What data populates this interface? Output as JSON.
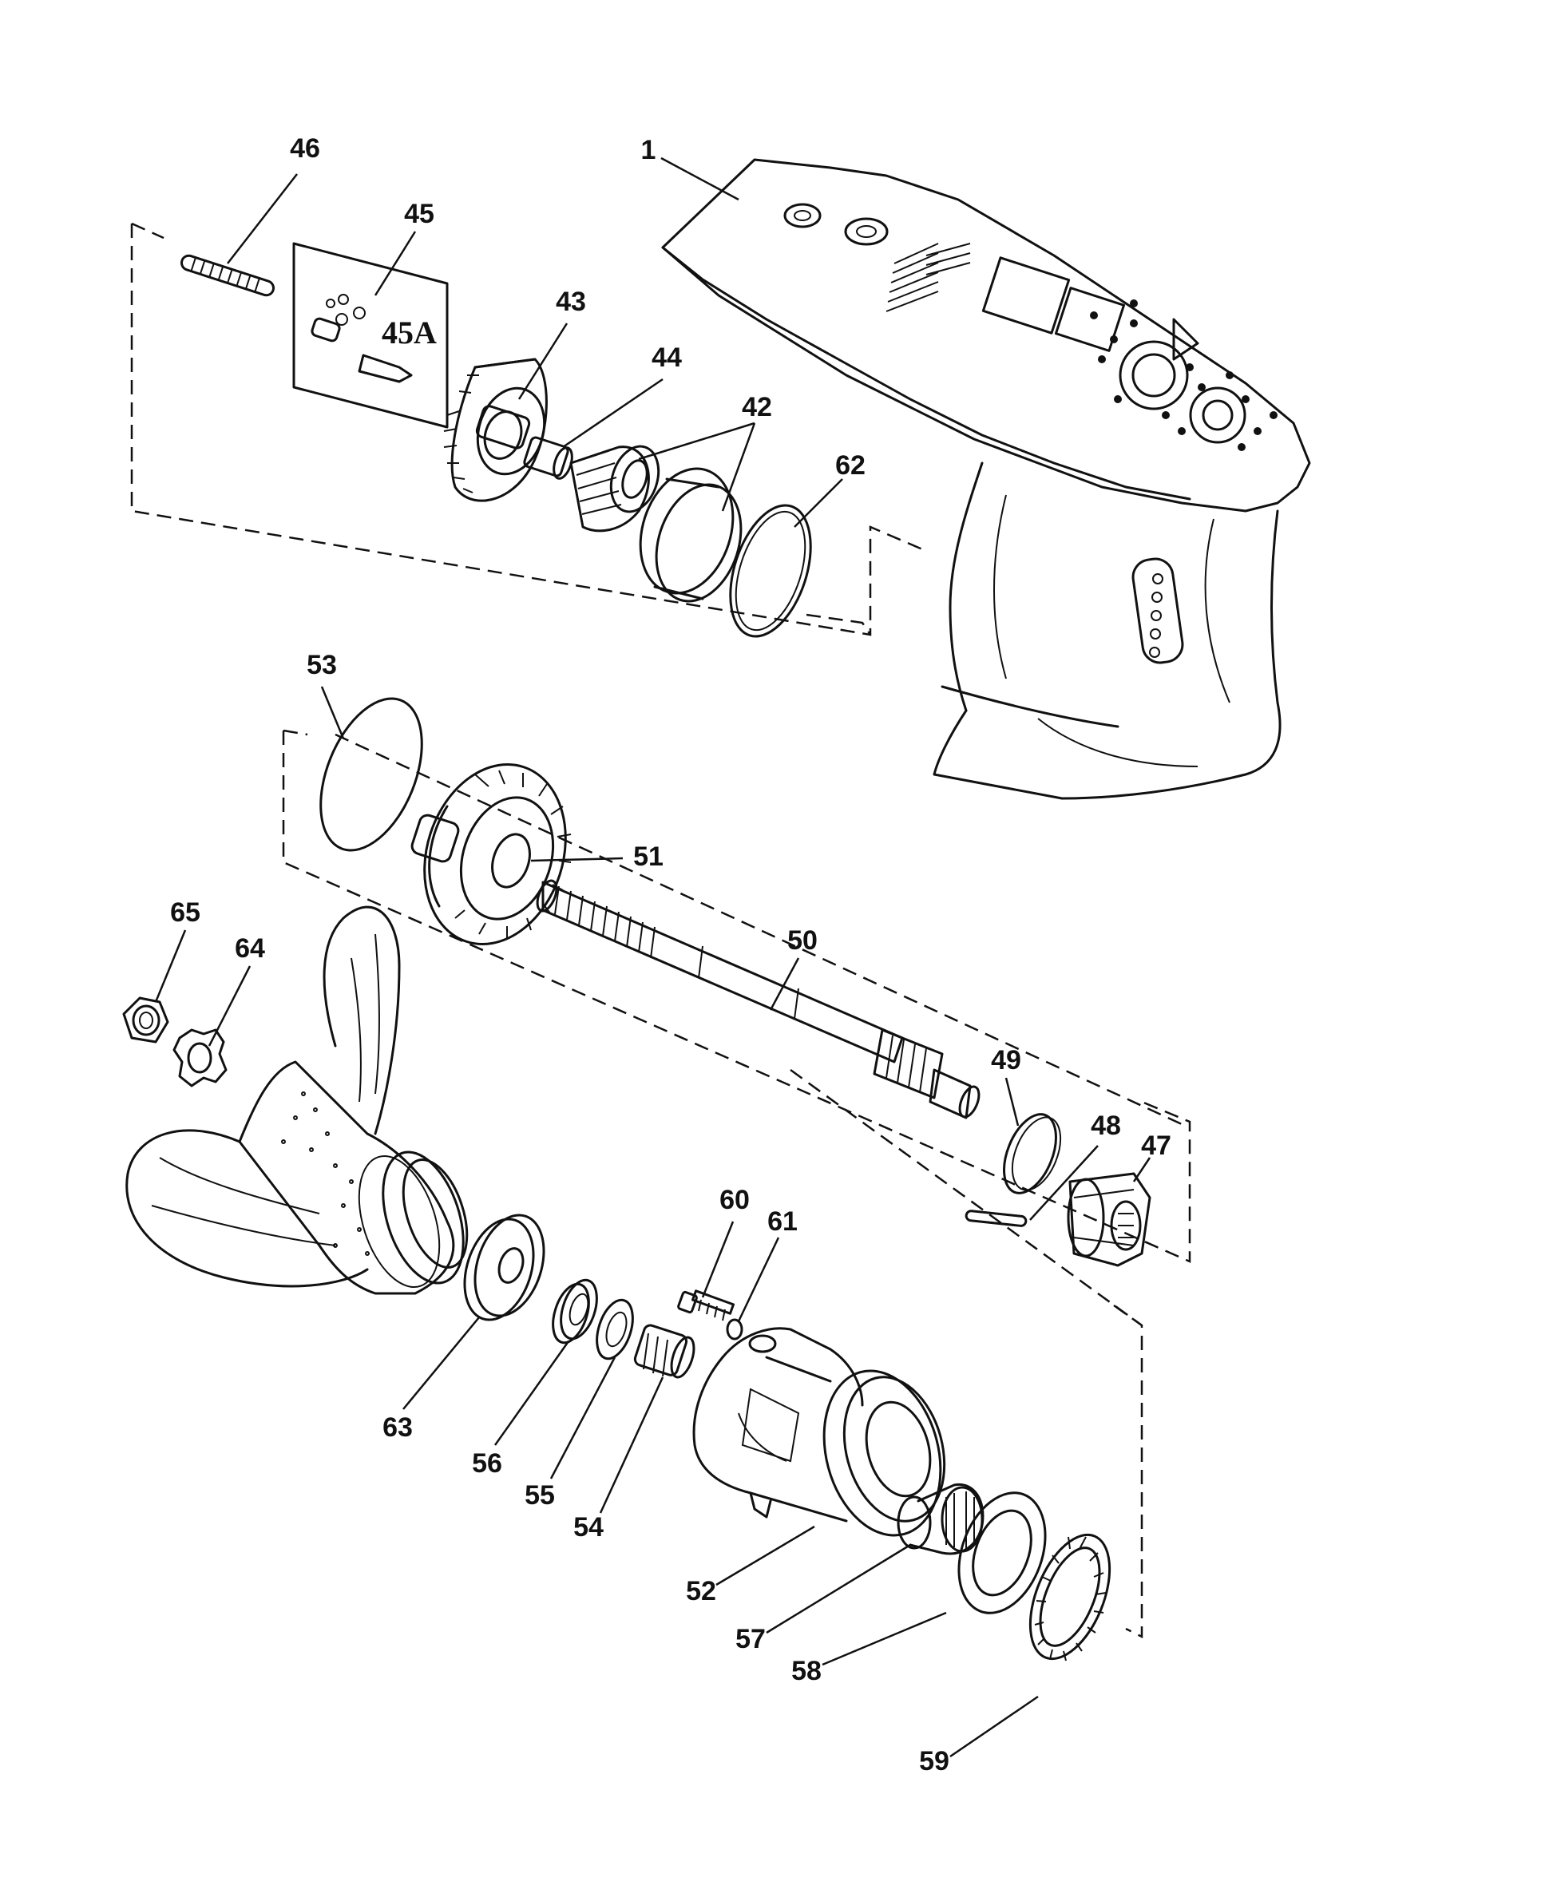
{
  "callouts": {
    "c1": "1",
    "c42": "42",
    "c43": "43",
    "c44": "44",
    "c45": "45",
    "c45a": "45A",
    "c46": "46",
    "c47": "47",
    "c48": "48",
    "c49": "49",
    "c50": "50",
    "c51": "51",
    "c52": "52",
    "c53": "53",
    "c54": "54",
    "c55": "55",
    "c56": "56",
    "c57": "57",
    "c58": "58",
    "c59": "59",
    "c60": "60",
    "c61": "61",
    "c62": "62",
    "c63": "63",
    "c64": "64",
    "c65": "65"
  }
}
